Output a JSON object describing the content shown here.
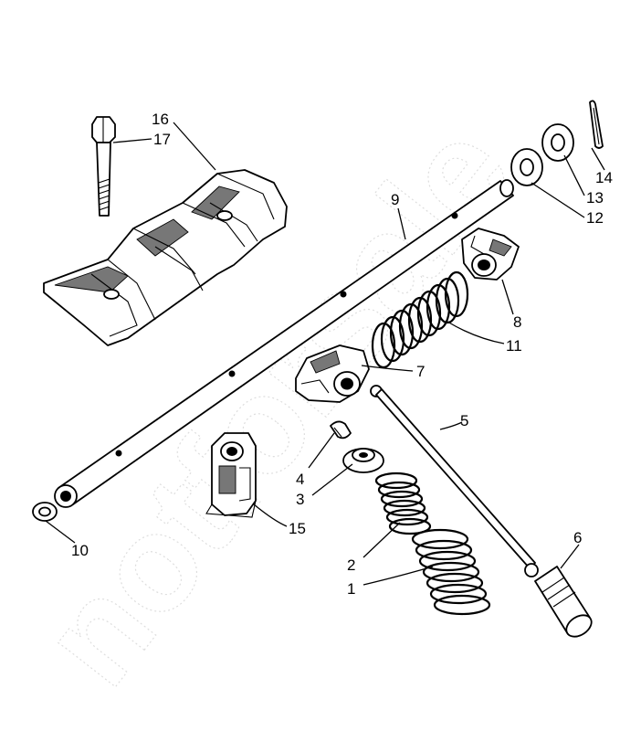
{
  "diagram": {
    "watermark": "notforsale",
    "callouts": [
      {
        "id": "16",
        "text": "16"
      },
      {
        "id": "17",
        "text": "17"
      },
      {
        "id": "14",
        "text": "14"
      },
      {
        "id": "13",
        "text": "13"
      },
      {
        "id": "12",
        "text": "12"
      },
      {
        "id": "9",
        "text": "9"
      },
      {
        "id": "8",
        "text": "8"
      },
      {
        "id": "11",
        "text": "11"
      },
      {
        "id": "7",
        "text": "7"
      },
      {
        "id": "5",
        "text": "5"
      },
      {
        "id": "4",
        "text": "4"
      },
      {
        "id": "3",
        "text": "3"
      },
      {
        "id": "15",
        "text": "15"
      },
      {
        "id": "10",
        "text": "10"
      },
      {
        "id": "6",
        "text": "6"
      },
      {
        "id": "2",
        "text": "2"
      },
      {
        "id": "1",
        "text": "1"
      }
    ]
  }
}
